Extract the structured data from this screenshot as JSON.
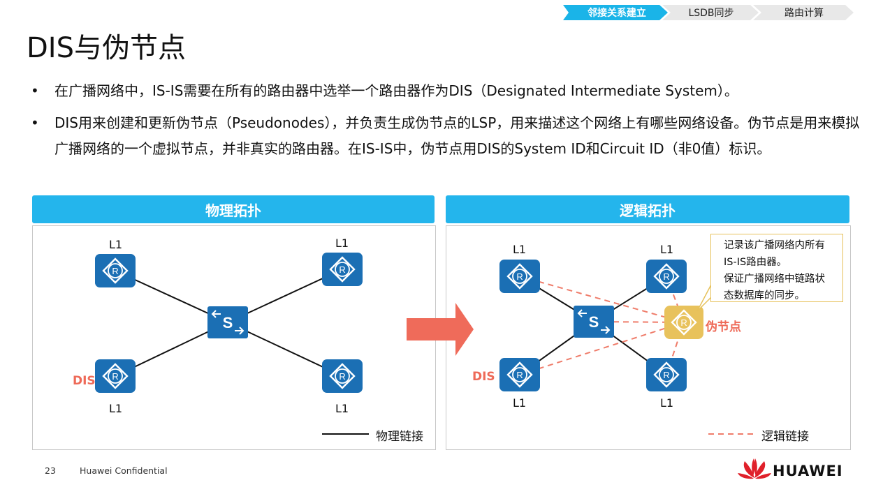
{
  "progress": {
    "steps": [
      "邻接关系建立",
      "LSDB同步",
      "路由计算"
    ],
    "active_index": 0,
    "active_color": "#1ab4e8",
    "inactive_color": "#e8e8e8"
  },
  "title": "DIS与伪节点",
  "bullets": [
    "在广播网络中，IS-IS需要在所有的路由器中选举一个路由器作为DIS（Designated Intermediate System）。",
    "DIS用来创建和更新伪节点（Pseudonodes），并负责生成伪节点的LSP，用来描述这个网络上有哪些网络设备。伪节点是用来模拟广播网络的一个虚拟节点，并非真实的路由器。在IS-IS中，伪节点用DIS的System ID和Circuit ID（非0值）标识。"
  ],
  "physical": {
    "header": "物理拓扑",
    "router_labels": [
      "L1",
      "L1",
      "L1",
      "L1"
    ],
    "dis_label": "DIS",
    "legend": "物理链接"
  },
  "logical": {
    "header": "逻辑拓扑",
    "router_labels": [
      "L1",
      "L1",
      "L1",
      "L1"
    ],
    "dis_label": "DIS",
    "pseudonode_label": "伪节点",
    "legend": "逻辑链接",
    "note_lines": [
      "记录该广播网络内所有",
      "IS-IS路由器。",
      "保证广播网络中链路状",
      "态数据库的同步。"
    ]
  },
  "footer": {
    "page_number": "23",
    "confidential": "Huawei Confidential",
    "brand": "HUAWEI"
  },
  "colors": {
    "header_blue": "#24b5ec",
    "router_blue": "#1b6fb4",
    "pseudonode_gold": "#e8c25c",
    "accent_red": "#ee6a58",
    "arrow": "#ef6b5a"
  },
  "icons": [
    "router-icon",
    "switch-icon",
    "pseudonode-icon",
    "huawei-logo-icon"
  ]
}
